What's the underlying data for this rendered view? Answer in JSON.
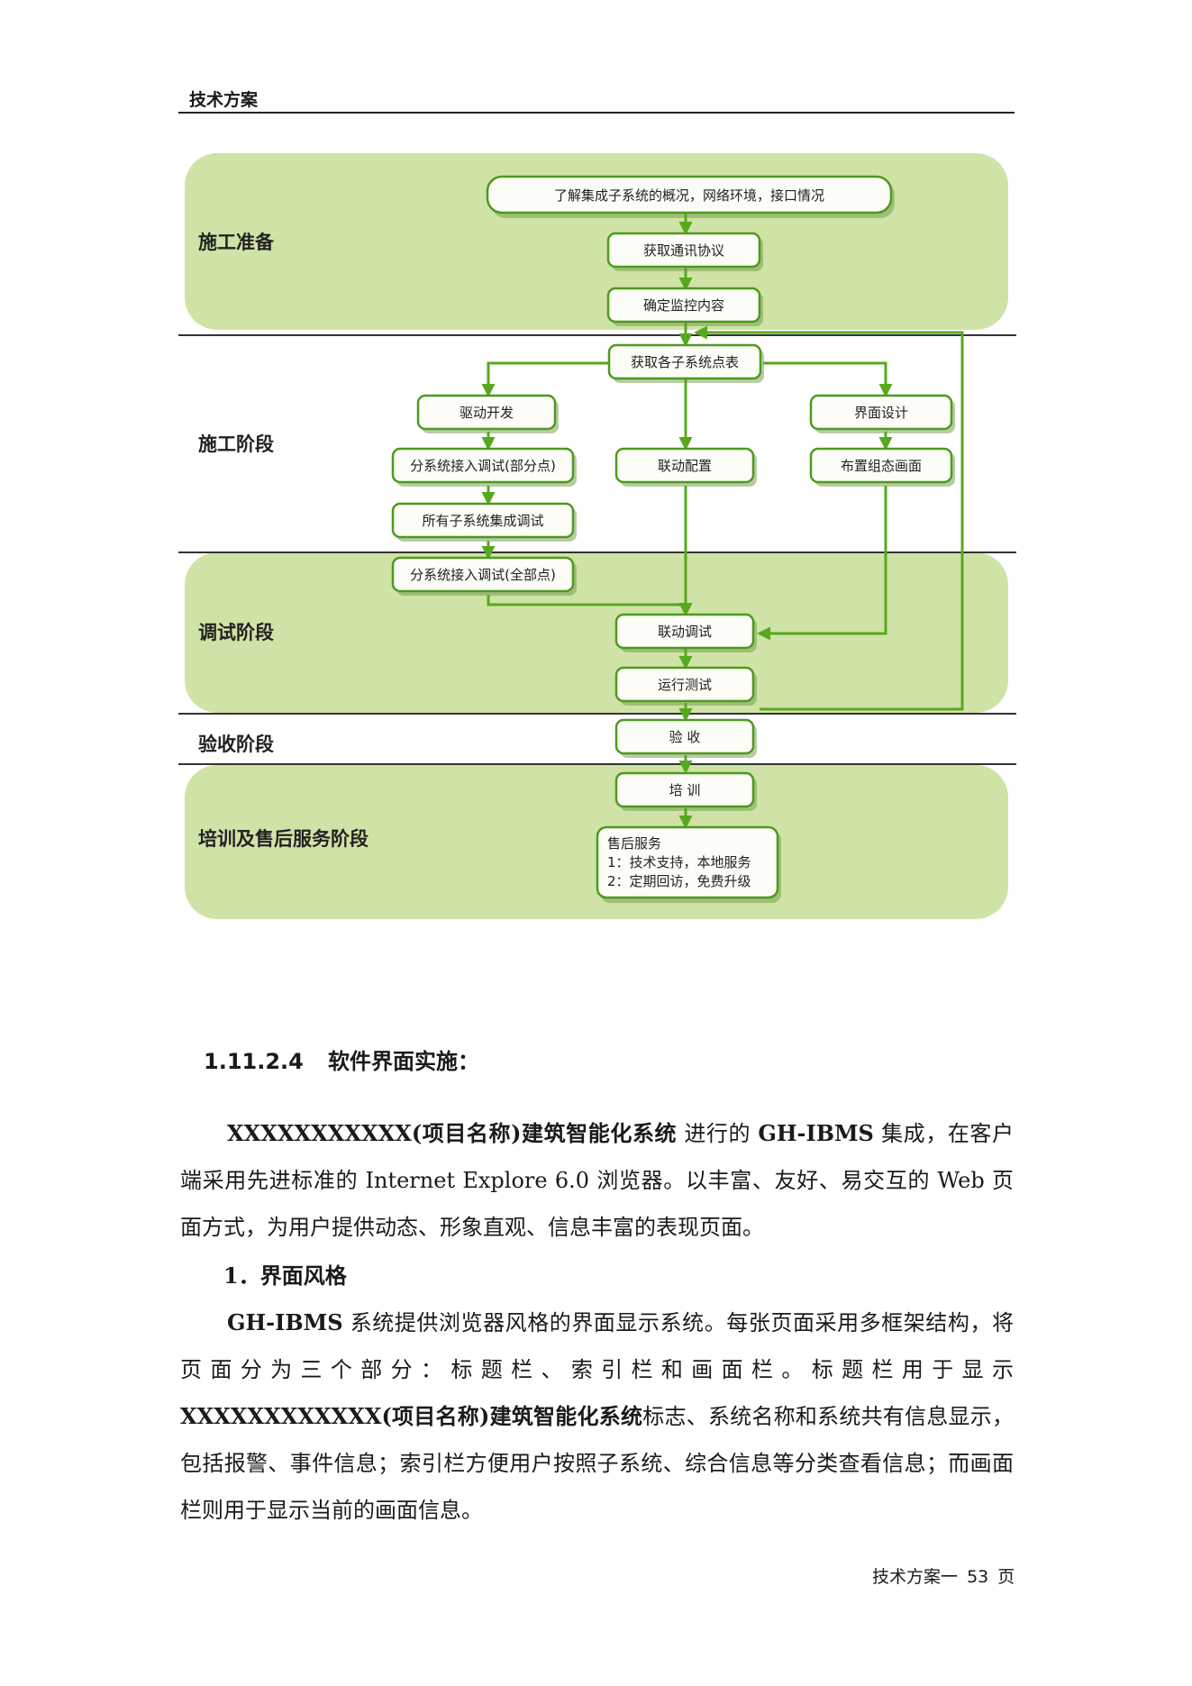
{
  "header": {
    "title": "技术方案"
  },
  "diagram": {
    "stages": [
      "施工准备",
      "施工阶段",
      "调试阶段",
      "验收阶段",
      "培训及售后服务阶段"
    ],
    "nodes": {
      "understand": "了解集成子系统的概况，网络环境，接口情况",
      "protocol": "获取通讯协议",
      "monitor": "确定监控内容",
      "points": "获取各子系统点表",
      "driver": "驱动开发",
      "ui_design": "界面设计",
      "partial": "分系统接入调试(部分点)",
      "linkage_config": "联动配置",
      "layout": "布置组态画面",
      "integration": "所有子系统集成调试",
      "full": "分系统接入调试(全部点)",
      "linkage_test": "联动调试",
      "run_test": "运行测试",
      "acceptance": "验 收",
      "training": "培 训",
      "after_sales": [
        "售后服务",
        "1：技术支持，本地服务",
        "2：定期回访，免费升级"
      ]
    }
  },
  "section": {
    "number": "1.11.2.4",
    "title": "软件界面实施："
  },
  "paragraph1": {
    "bold_project": "XXXXXXXXXXX(项目名称)建筑智能化系统",
    "text_a": " 进行的 ",
    "bold_system": "GH-IBMS",
    "text_b": " 集成，在客户端采用先进标准的 Internet Explore 6.0  浏览器。以丰富、友好、易交互的 Web 页面方式，为用户提供动态、形象直观、信息丰富的表现页面。"
  },
  "subheading": "1．界面风格",
  "paragraph2": {
    "bold_system": "GH-IBMS",
    "text_a": " 系统提供浏览器风格的界面显示系统。每张页面采用多框架结构，将页面分为三个部分：标题栏、索引栏和画面栏。标题栏用于显示",
    "bold_project": "XXXXXXXXXXXX(项目名称)建筑智能化系统",
    "text_b": "标志、系统名称和系统共有信息显示，包括报警、事件信息；索引栏方便用户按照子系统、综合信息等分类查看信息；而画面栏则用于显示当前的画面信息。"
  },
  "footer": {
    "label": "技术方案一",
    "page": "53",
    "unit": "页"
  }
}
